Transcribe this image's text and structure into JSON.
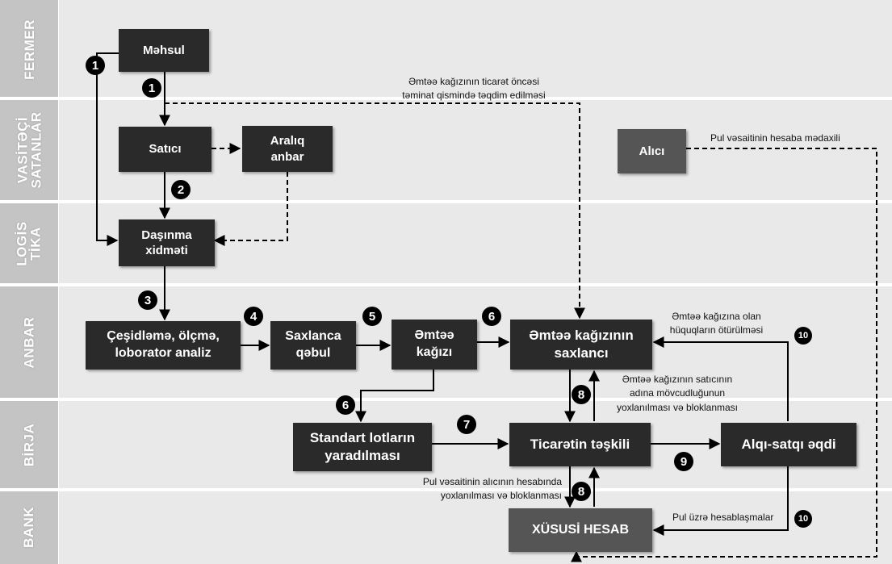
{
  "lanes": [
    {
      "id": "fermer",
      "label": "FERMER"
    },
    {
      "id": "vasiteci",
      "label": "VASİTƏÇİ\nSATANLAR"
    },
    {
      "id": "logistika",
      "label": "LOGİS\nTİKA"
    },
    {
      "id": "anbar",
      "label": "ANBAR"
    },
    {
      "id": "birja",
      "label": "BİRJA"
    },
    {
      "id": "bank",
      "label": "BANK"
    }
  ],
  "nodes": {
    "mehsul": "Məhsul",
    "satici": "Satıcı",
    "araliq_anbar": "Aralıq\nanbar",
    "alici": "Alıcı",
    "dasinma": "Daşınma\nxidməti",
    "cesidleme": "Çeşidləmə, ölçmə,\nloborator analiz",
    "saxlanca_qebul": "Saxlanca\nqəbul",
    "emtee_kagizi": "Əmtəə\nkağızı",
    "saxlanci": "Əmtəə kağızının\nsaxlancı",
    "standart_lotlar": "Standart lotların\nyaradılması",
    "ticaret": "Ticarətin təşkili",
    "alqi_satqi": "Alqı-satqı əqdi",
    "xususi_hesab": "XÜSUSİ HESAB"
  },
  "steps": {
    "s1a": "1",
    "s1b": "1",
    "s2": "2",
    "s3": "3",
    "s4": "4",
    "s5": "5",
    "s6a": "6",
    "s6b": "6",
    "s7": "7",
    "s8a": "8",
    "s8b": "8",
    "s9": "9",
    "s10a": "10",
    "s10b": "10"
  },
  "notes": {
    "pretrade": "Əmtəə kağızının ticarət öncəsi\ntəminat qismində təqdim edilməsi",
    "pul_medaxil": "Pul vəsaitinin hesaba mədaxili",
    "huquq": "Əmtəə kağızına olan\nhüquqların ötürülməsi",
    "yoxlama_satici": "Əmtəə kağızının satıcının\nadına mövcudluğunun\nyoxlanılması və bloklanması",
    "yoxlama_alici": "Pul vəsaitinin alıcının hesabında\nyoxlanılması və bloklanması",
    "hesablasma": "Pul üzrə hesablaşmalar"
  }
}
